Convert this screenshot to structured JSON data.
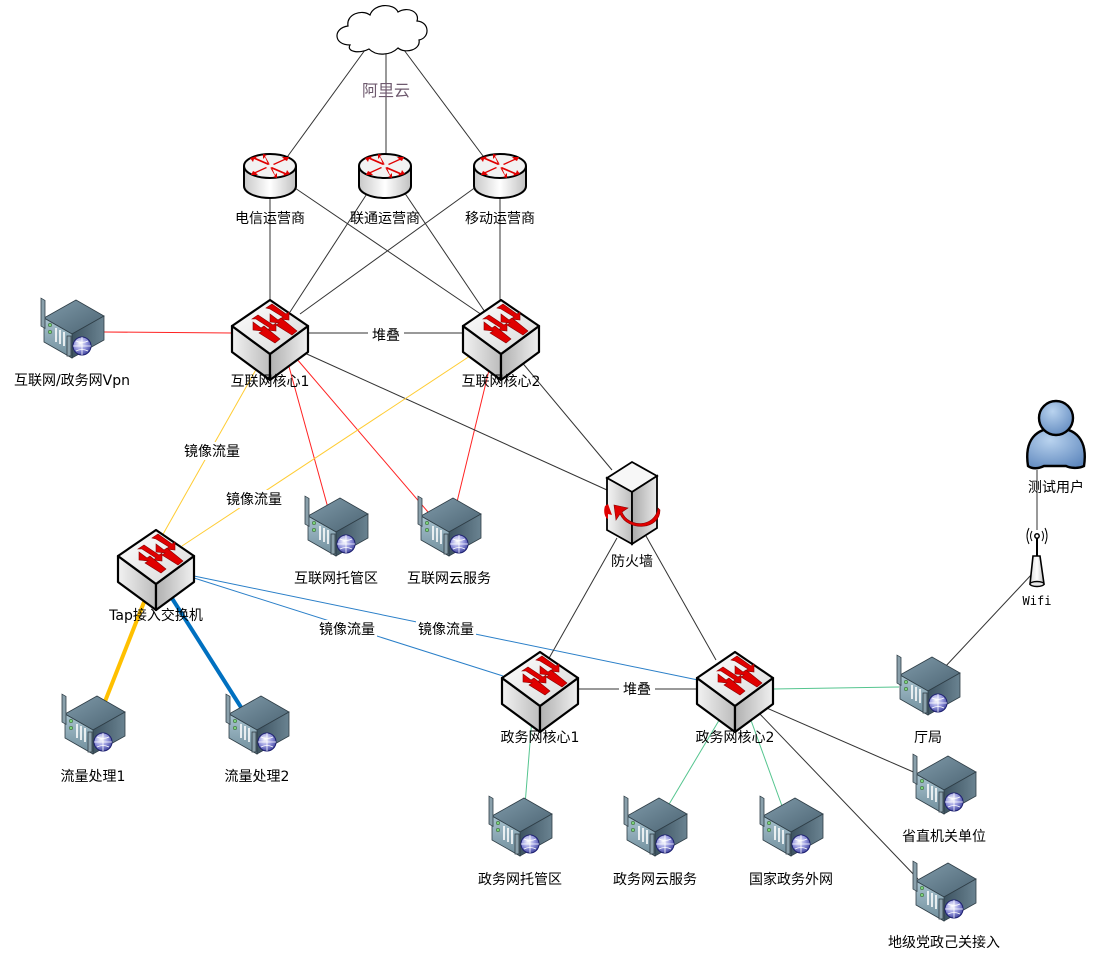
{
  "diagram": {
    "type": "network-topology",
    "cloud": {
      "id": "aliyun",
      "label": "阿里云"
    },
    "routers": [
      {
        "id": "telecom",
        "label": "电信运营商"
      },
      {
        "id": "unicom",
        "label": "联通运营商"
      },
      {
        "id": "mobile",
        "label": "移动运营商"
      }
    ],
    "switches": [
      {
        "id": "inet1",
        "label": "互联网核心1"
      },
      {
        "id": "inet2",
        "label": "互联网核心2"
      },
      {
        "id": "tap",
        "label": "Tap接入交换机"
      },
      {
        "id": "gov1",
        "label": "政务网核心1"
      },
      {
        "id": "gov2",
        "label": "政务网核心2"
      }
    ],
    "firewall": {
      "id": "fw",
      "label": "防火墙"
    },
    "servers": [
      {
        "id": "vpn",
        "label": "互联网/政务网Vpn"
      },
      {
        "id": "inet_host",
        "label": "互联网托管区"
      },
      {
        "id": "inet_cloud",
        "label": "互联网云服务"
      },
      {
        "id": "flow1",
        "label": "流量处理1"
      },
      {
        "id": "flow2",
        "label": "流量处理2"
      },
      {
        "id": "gov_host",
        "label": "政务网托管区"
      },
      {
        "id": "gov_cloud",
        "label": "政务网云服务"
      },
      {
        "id": "national",
        "label": "国家政务外网"
      },
      {
        "id": "bureau",
        "label": "厅局"
      },
      {
        "id": "provincial",
        "label": "省直机关单位"
      },
      {
        "id": "prefecture",
        "label": "地级党政己关接入"
      }
    ],
    "user": {
      "id": "testuser",
      "label": "测试用户"
    },
    "wifi": {
      "id": "wifi",
      "label": "Wifi"
    },
    "link_colors": {
      "black": "#333333",
      "red": "#ff2222",
      "yellow": "#ffcc33",
      "yellow_thick": "#ffc000",
      "blue": "#2a7fc8",
      "blue_thick": "#0070c0",
      "green": "#55c58f"
    },
    "links": [
      {
        "from": "aliyun",
        "to": "telecom",
        "color": "black"
      },
      {
        "from": "aliyun",
        "to": "unicom",
        "color": "black"
      },
      {
        "from": "aliyun",
        "to": "mobile",
        "color": "black"
      },
      {
        "from": "telecom",
        "to": "inet1",
        "color": "black"
      },
      {
        "from": "telecom",
        "to": "inet2",
        "color": "black"
      },
      {
        "from": "unicom",
        "to": "inet1",
        "color": "black"
      },
      {
        "from": "unicom",
        "to": "inet2",
        "color": "black"
      },
      {
        "from": "mobile",
        "to": "inet1",
        "color": "black"
      },
      {
        "from": "mobile",
        "to": "inet2",
        "color": "black"
      },
      {
        "from": "inet1",
        "to": "inet2",
        "color": "black",
        "label": "堆叠"
      },
      {
        "from": "vpn",
        "to": "inet1",
        "color": "red"
      },
      {
        "from": "inet1",
        "to": "inet_host",
        "color": "red"
      },
      {
        "from": "inet1",
        "to": "inet_cloud",
        "color": "red"
      },
      {
        "from": "inet2",
        "to": "inet_cloud",
        "color": "red"
      },
      {
        "from": "inet1",
        "to": "fw",
        "color": "black"
      },
      {
        "from": "inet2",
        "to": "fw",
        "color": "black"
      },
      {
        "from": "inet1",
        "to": "tap",
        "color": "yellow",
        "label": "镜像流量"
      },
      {
        "from": "inet2",
        "to": "tap",
        "color": "yellow",
        "label": "镜像流量"
      },
      {
        "from": "tap",
        "to": "gov1",
        "color": "blue",
        "label": "镜像流量"
      },
      {
        "from": "tap",
        "to": "gov2",
        "color": "blue",
        "label": "镜像流量"
      },
      {
        "from": "tap",
        "to": "flow1",
        "color": "yellow_thick"
      },
      {
        "from": "tap",
        "to": "flow2",
        "color": "blue_thick"
      },
      {
        "from": "fw",
        "to": "gov1",
        "color": "black"
      },
      {
        "from": "fw",
        "to": "gov2",
        "color": "black"
      },
      {
        "from": "gov1",
        "to": "gov2",
        "color": "black",
        "label": "堆叠"
      },
      {
        "from": "gov1",
        "to": "gov_host",
        "color": "green"
      },
      {
        "from": "gov2",
        "to": "gov_cloud",
        "color": "green"
      },
      {
        "from": "gov2",
        "to": "national",
        "color": "green"
      },
      {
        "from": "gov2",
        "to": "bureau",
        "color": "green"
      },
      {
        "from": "gov2",
        "to": "provincial",
        "color": "black"
      },
      {
        "from": "gov2",
        "to": "prefecture",
        "color": "black"
      },
      {
        "from": "bureau",
        "to": "wifi",
        "color": "black"
      },
      {
        "from": "wifi",
        "to": "testuser",
        "color": "black"
      }
    ]
  }
}
